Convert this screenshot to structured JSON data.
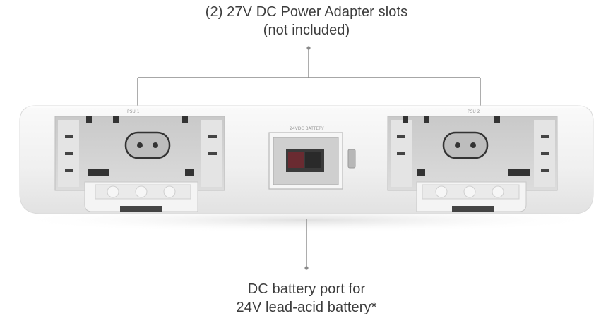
{
  "callouts": {
    "top": {
      "line1": "(2) 27V DC Power Adapter slots",
      "line2": "(not included)"
    },
    "bottom": {
      "line1": "DC battery port for",
      "line2": "24V lead-acid battery*"
    }
  },
  "device": {
    "slot_left_label": "PSU 1",
    "slot_right_label": "PSU 2",
    "battery_port_label": "24VDC BATTERY",
    "colors": {
      "housing": "#f1f1f1",
      "slot_interior": "#d6d6d6",
      "port_connector": "#5a2a2e",
      "leader_line": "#8a8a8a"
    }
  }
}
